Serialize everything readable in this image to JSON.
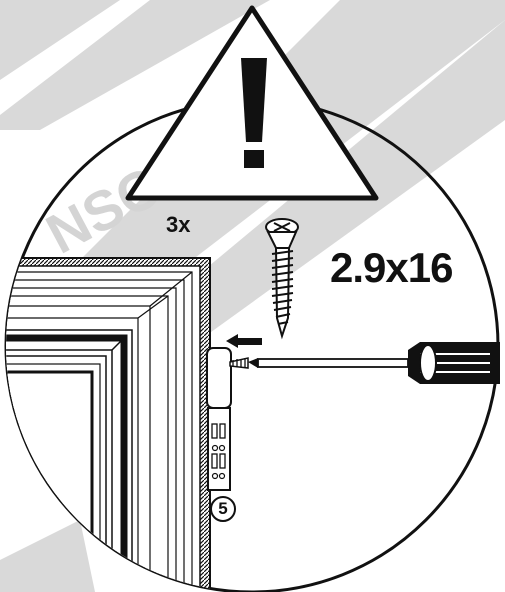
{
  "labels": {
    "quantity": "3x",
    "screw_size": "2.9x16",
    "step_number": "5",
    "warning_mark": "!",
    "watermark": "NSCHUTZ"
  },
  "colors": {
    "ink": "#111111",
    "watermark": "#d9d9d9",
    "background": "#ffffff"
  },
  "icons": {
    "warning": "warning-triangle-icon",
    "screw": "screw-icon",
    "screwdriver": "screwdriver-icon",
    "direction": "arrow-left-icon"
  }
}
